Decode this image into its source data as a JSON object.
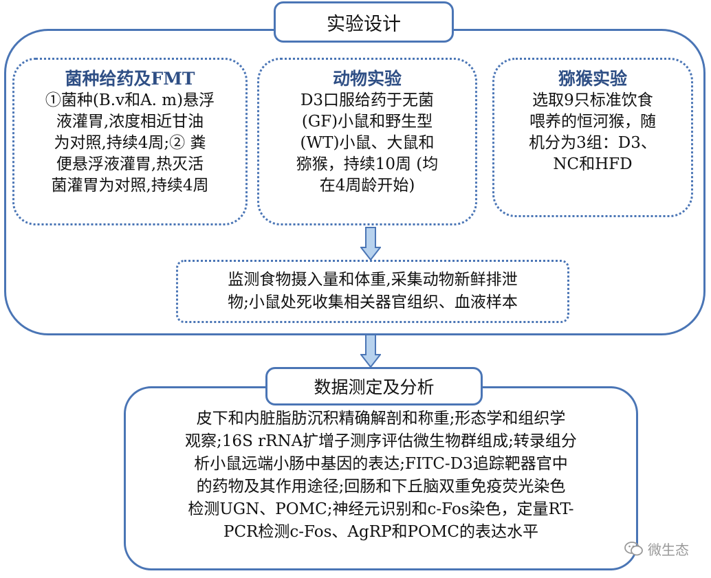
{
  "top_title": "实验设计",
  "panels": [
    {
      "title": "菌种给药及FMT",
      "lines": [
        "①菌种(B.v和A. m)悬浮",
        "液灌胃,浓度相近甘油",
        "为对照,持续4周;② 粪",
        "便悬浮液灌胃,热灭活",
        "菌灌胃为对照,持续4周"
      ]
    },
    {
      "title": "动物实验",
      "lines": [
        "D3口服给药于无菌",
        "(GF)小鼠和野生型",
        "(WT)小鼠、大鼠和",
        "猕猴，持续10周 (均",
        "在4周龄开始)"
      ]
    },
    {
      "title": "猕猴实验",
      "lines": [
        "选取9只标准饮食",
        "喂养的恒河猴，随",
        "机分为3组：D3、",
        "NC和HFD"
      ]
    }
  ],
  "monitor_lines": [
    "监测食物摄入量和体重,采集动物新鲜排泄",
    "物;小鼠处死收集相关器官组织、血液样本"
  ],
  "analysis_title": "数据测定及分析",
  "analysis_lines": [
    "皮下和内脏脂肪沉积精确解剖和称重;形态学和组织学",
    "观察;16S rRNA扩增子测序评估微生物群组成;转录组分",
    "析小鼠远端小肠中基因的表达;FITC-D3追踪靶器官中",
    "的药物及其作用途径;回肠和下丘脑双重免疫荧光染色",
    "检测UGN、POMC;神经元识别和c-Fos染色，定量RT-",
    "PCR检测c-Fos、AgRP和POMC的表达水平"
  ],
  "watermark": "微生态",
  "colors": {
    "border": "#4a75b5",
    "arrow_fill": "#b7d2ee",
    "title_text": "#2f4f85"
  }
}
